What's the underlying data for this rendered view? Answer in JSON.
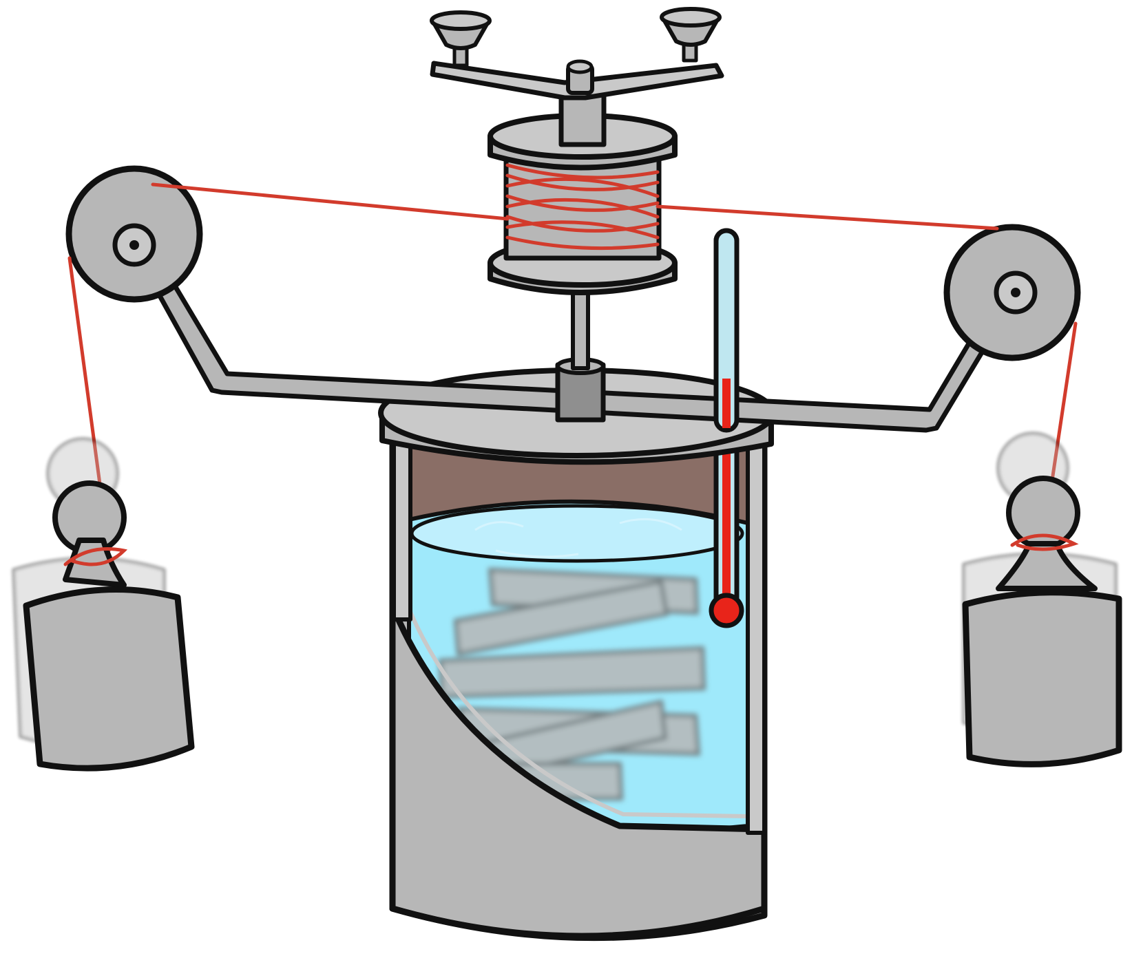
{
  "title": "",
  "caption": "",
  "labels": [],
  "palette": {
    "outline": "#111111",
    "metal": "#b7b7b7",
    "metal_light": "#c9c9c9",
    "metal_dark": "#8f8f8f",
    "string": "#d23b2c",
    "water": "#9fe9fb",
    "water_surface": "#bfeffd",
    "inner_wall": "#8a6e66",
    "thermometer_glass": "#bfe7f0",
    "mercury": "#e8241a",
    "background": "#ffffff"
  },
  "components": {
    "insulated_container": "container",
    "water": "water",
    "paddle_wheel": "paddles",
    "thermometer": "thermometer",
    "spindle_drum": "drum",
    "crank_handle": "crank",
    "pulleys": [
      "left-pulley",
      "right-pulley"
    ],
    "weights": [
      "left-weight",
      "right-weight"
    ],
    "string": "string"
  }
}
